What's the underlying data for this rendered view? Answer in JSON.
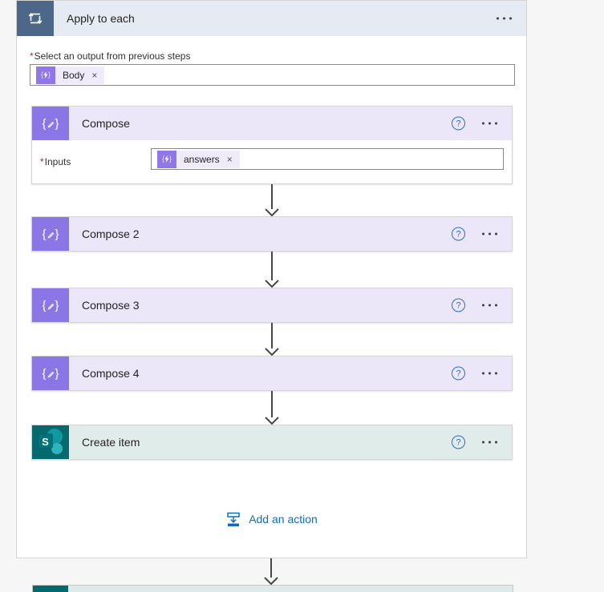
{
  "scope": {
    "title": "Apply to each",
    "select_label": {
      "required_mark": "*",
      "text": "Select an output from previous steps"
    },
    "select_token": {
      "label": "Body",
      "remove_symbol": "×"
    }
  },
  "actions": [
    {
      "title": "Compose",
      "type": "compose",
      "expanded": true,
      "help_symbol": "?",
      "field": {
        "required_mark": "*",
        "label": "Inputs"
      },
      "token": {
        "label": "answers",
        "remove_symbol": "×"
      }
    },
    {
      "title": "Compose 2",
      "type": "compose",
      "help_symbol": "?"
    },
    {
      "title": "Compose 3",
      "type": "compose",
      "help_symbol": "?"
    },
    {
      "title": "Compose 4",
      "type": "compose",
      "help_symbol": "?"
    },
    {
      "title": "Create item",
      "type": "sharepoint",
      "help_symbol": "?",
      "sharepoint_letter": "S"
    }
  ],
  "add_action": {
    "label": "Add an action"
  },
  "colors": {
    "scope_icon_bg": "#4d6788",
    "scope_header_bg": "#e6eaf2",
    "compose_icon_bg": "#8b76e5",
    "compose_header_bg": "#ebe7f8",
    "sharepoint_icon_bg": "#036c70",
    "sharepoint_header_bg": "#dfecea",
    "token_icon_bg": "#9077e7",
    "token_pill_bg": "#f0ebfb",
    "link_blue": "#0f6cbd",
    "help_blue": "#2a6fc9",
    "arrow_gray": "#474747",
    "required_red": "#a4262c"
  }
}
